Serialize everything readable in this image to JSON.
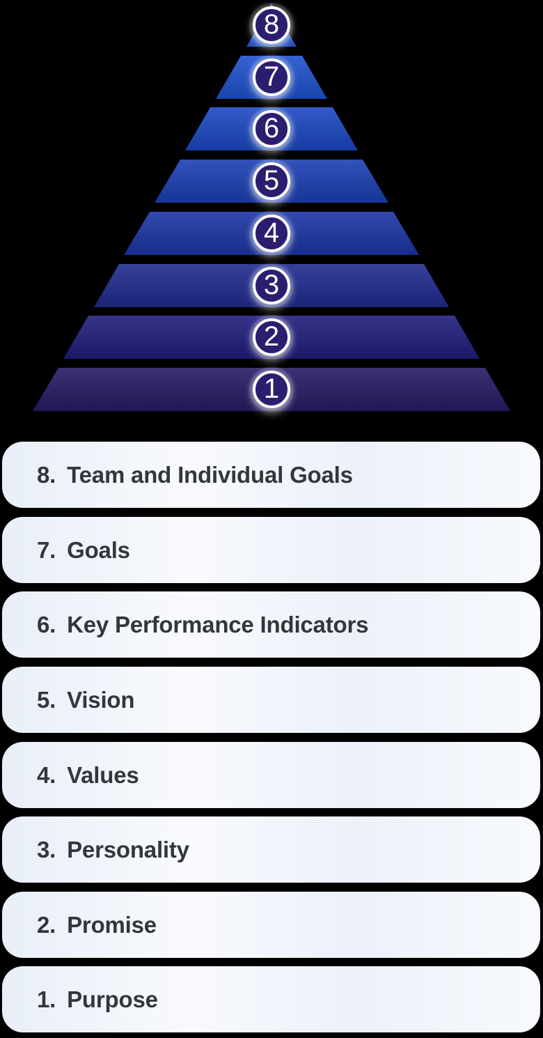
{
  "diagram": {
    "background": "#000000",
    "pyramid": {
      "badge_fill": "#2c1e6f",
      "badge_ring": "#ffffff",
      "levels": [
        {
          "number": "8",
          "color": "#265cdb"
        },
        {
          "number": "7",
          "color": "#1e51ce"
        },
        {
          "number": "6",
          "color": "#1b47c2"
        },
        {
          "number": "5",
          "color": "#1b3fb3"
        },
        {
          "number": "4",
          "color": "#1b35a5"
        },
        {
          "number": "3",
          "color": "#202b8e"
        },
        {
          "number": "2",
          "color": "#211d7c"
        },
        {
          "number": "1",
          "color": "#281a64"
        }
      ]
    },
    "legend": {
      "item_bg": "#f0f4fb",
      "text_color": "#33363c",
      "items": [
        {
          "number": "8.",
          "label": "Team and Individual Goals"
        },
        {
          "number": "7.",
          "label": "Goals"
        },
        {
          "number": "6.",
          "label": "Key Performance Indicators"
        },
        {
          "number": "5.",
          "label": "Vision"
        },
        {
          "number": "4.",
          "label": "Values"
        },
        {
          "number": "3.",
          "label": "Personality"
        },
        {
          "number": "2.",
          "label": "Promise"
        },
        {
          "number": "1.",
          "label": "Purpose"
        }
      ]
    }
  }
}
